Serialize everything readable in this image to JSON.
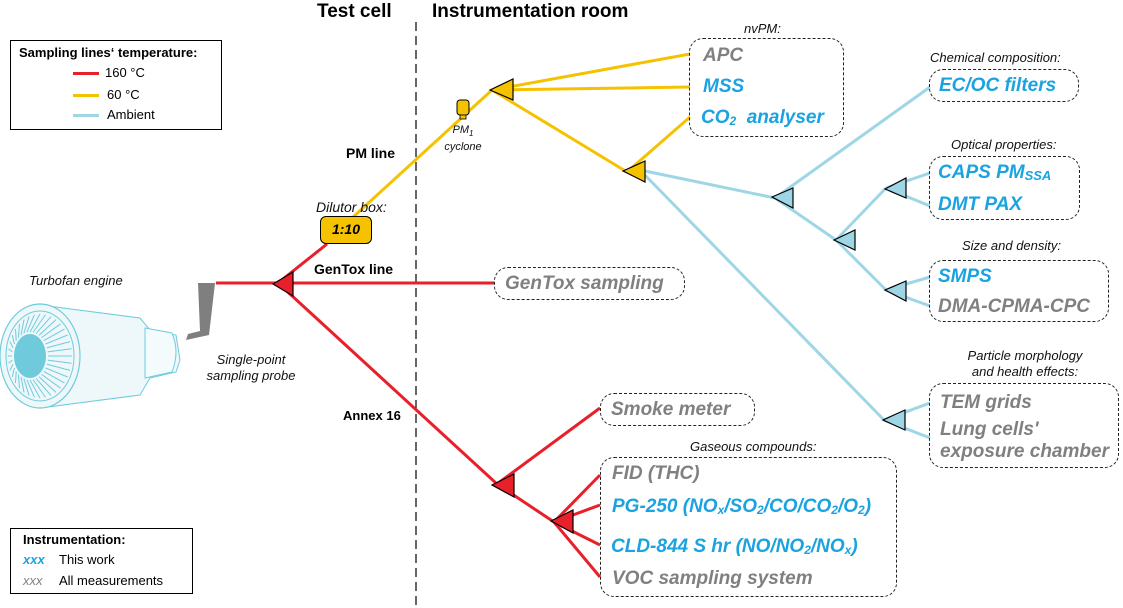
{
  "headers": {
    "test_cell": "Test cell",
    "instrumentation_room": "Instrumentation room"
  },
  "colors": {
    "hot_160": "#e8202a",
    "warm_60": "#f5c200",
    "ambient": "#9fd6e6",
    "this_work_text": "#1aa3e0",
    "all_measurements_text": "#808080",
    "probe": "#7f7f7f",
    "engine": "#6fcbdc"
  },
  "legend_temperature": {
    "title": "Sampling lines‘ temperature:",
    "items": [
      {
        "label": "160 °C",
        "color_key": "hot_160"
      },
      {
        "label": "60 °C",
        "color_key": "warm_60"
      },
      {
        "label": "Ambient",
        "color_key": "ambient"
      }
    ]
  },
  "legend_instrumentation": {
    "title": "Instrumentation:",
    "items": [
      {
        "marker": "xxx",
        "label": "This work"
      },
      {
        "marker": "xxx",
        "label": "All measurements"
      }
    ]
  },
  "engine": {
    "label": "Turbofan engine",
    "icon": "turbofan-engine-icon"
  },
  "probe": {
    "label_line1": "Single-point",
    "label_line2": "sampling probe",
    "icon": "sampling-probe-icon"
  },
  "lines": {
    "pm_line": "PM line",
    "gentox_line": "GenTox line",
    "annex16": "Annex 16"
  },
  "dilutor": {
    "caption": "Dilutor box:",
    "ratio": "1:10"
  },
  "cyclone": {
    "label_main": "PM",
    "label_sub": "1",
    "label_line2": "cyclone"
  },
  "groups": {
    "nvpm": {
      "caption": "nvPM:",
      "items": [
        {
          "text": "APC",
          "sub": "",
          "rest": "",
          "type": "all"
        },
        {
          "text": "MSS",
          "sub": "",
          "rest": "",
          "type": "this_work"
        },
        {
          "text": "CO",
          "sub": "2",
          "rest": "  analyser",
          "type": "this_work"
        }
      ]
    },
    "chemical": {
      "caption": "Chemical composition:",
      "items": [
        {
          "text": "EC/OC filters",
          "type": "this_work"
        }
      ]
    },
    "optical": {
      "caption": "Optical properties:",
      "items": [
        {
          "text": "CAPS PM",
          "sub": "SSA",
          "type": "this_work"
        },
        {
          "text": "DMT PAX",
          "type": "this_work"
        }
      ]
    },
    "size": {
      "caption": "Size and density:",
      "items": [
        {
          "text": "SMPS",
          "type": "this_work"
        },
        {
          "text": "DMA-CPMA-CPC",
          "type": "all"
        }
      ]
    },
    "morphology": {
      "caption_line1": "Particle morphology",
      "caption_line2": "and health effects:",
      "items": [
        {
          "text": "TEM grids",
          "type": "all"
        },
        {
          "text": "Lung cells'",
          "type": "all"
        },
        {
          "text": "exposure chamber",
          "type": "all"
        }
      ]
    },
    "gentox": {
      "items": [
        {
          "text": "GenTox sampling",
          "type": "all"
        }
      ]
    },
    "smoke": {
      "items": [
        {
          "text": "Smoke meter",
          "type": "all"
        }
      ]
    },
    "gaseous": {
      "caption": "Gaseous compounds:",
      "items": [
        {
          "text": "FID (THC)",
          "type": "all"
        },
        {
          "text": "PG-250 (NOx/SO2/CO/CO2/O2)",
          "type": "this_work"
        },
        {
          "text": "CLD-844 S hr (NO/NO2/NOx)",
          "type": "this_work"
        },
        {
          "text": "VOC sampling system",
          "type": "all"
        }
      ]
    }
  }
}
